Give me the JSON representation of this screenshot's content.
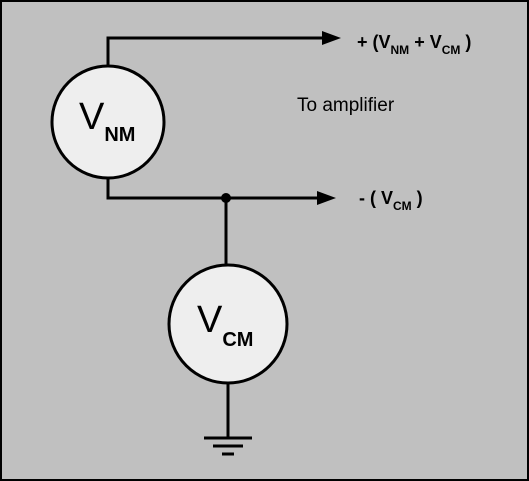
{
  "colors": {
    "background": "#c0c0c0",
    "border": "#000000",
    "source_fill": "#eeeeee",
    "wire": "#000000"
  },
  "sources": {
    "normal_mode": {
      "main": "V",
      "sub": "NM"
    },
    "common_mode": {
      "main": "V",
      "sub": "CM"
    }
  },
  "outputs": {
    "top": {
      "prefix": "+ (V",
      "sub1": "NM",
      "mid": " + V",
      "sub2": "CM",
      "suffix": " )"
    },
    "bottom": {
      "prefix": "- ( V",
      "sub": "CM",
      "suffix": " )"
    }
  },
  "destination_label": "To amplifier",
  "icons": {
    "ground": "ground-symbol-icon",
    "junction": "junction-dot-icon",
    "arrow": "arrowhead-icon"
  }
}
